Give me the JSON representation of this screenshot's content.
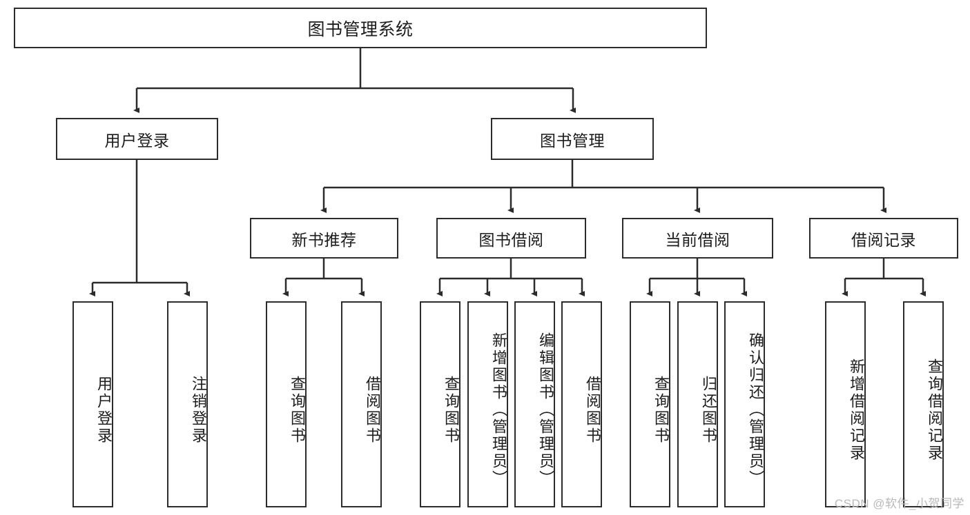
{
  "diagram": {
    "title": "图书管理系统",
    "watermark": "CSDN @软件_小贺同学",
    "colors": {
      "box_border": "#2b2b2b",
      "connector": "#2b2b2b",
      "background": "#ffffff",
      "watermark": "#b9b9b9"
    },
    "root": {
      "label": "图书管理系统"
    },
    "level2": [
      {
        "label": "用户登录"
      },
      {
        "label": "图书管理"
      }
    ],
    "level3": [
      {
        "label": "新书推荐"
      },
      {
        "label": "图书借阅"
      },
      {
        "label": "当前借阅"
      },
      {
        "label": "借阅记录"
      }
    ],
    "leaves": {
      "user_login": [
        {
          "label": "用户登录"
        },
        {
          "label": "注销登录"
        }
      ],
      "new_book_recommend": [
        {
          "label": "查询图书"
        },
        {
          "label": "借阅图书"
        }
      ],
      "book_borrow": [
        {
          "label": "查询图书"
        },
        {
          "label": "新增图书（管理员）"
        },
        {
          "label": "编辑图书（管理员）"
        },
        {
          "label": "借阅图书"
        }
      ],
      "current_borrow": [
        {
          "label": "查询图书"
        },
        {
          "label": "归还图书"
        },
        {
          "label": "确认归还（管理员）"
        }
      ],
      "borrow_record": [
        {
          "label": "新增借阅记录"
        },
        {
          "label": "查询借阅记录"
        }
      ]
    }
  }
}
